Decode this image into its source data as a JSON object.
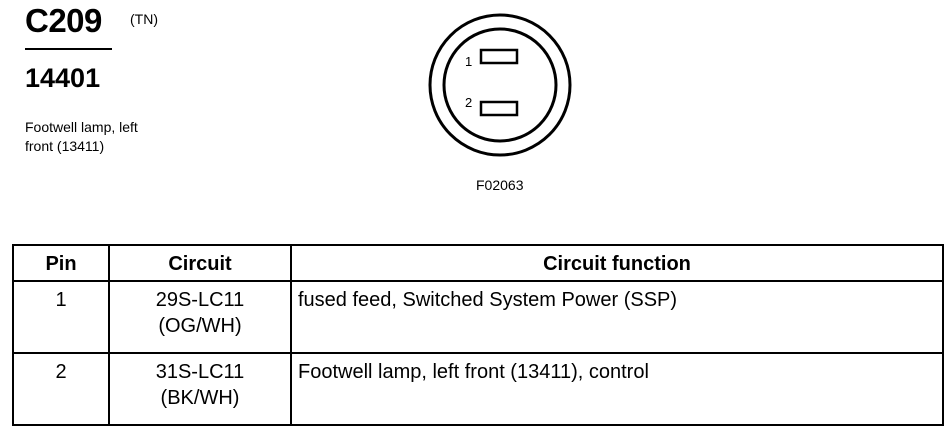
{
  "header": {
    "connector_id": "C209",
    "color_code": "(TN)",
    "part_number": "14401",
    "description_line1": "Footwell lamp, left",
    "description_line2": "front (13411)"
  },
  "diagram": {
    "pin_labels": [
      "1",
      "2"
    ],
    "figure_id": "F02063"
  },
  "table": {
    "headers": {
      "pin": "Pin",
      "circuit": "Circuit",
      "function": "Circuit function"
    },
    "rows": [
      {
        "pin": "1",
        "circuit": "29S-LC11",
        "wire_color": "(OG/WH)",
        "function": "fused feed, Switched System Power (SSP)"
      },
      {
        "pin": "2",
        "circuit": "31S-LC11",
        "wire_color": "(BK/WH)",
        "function": "Footwell lamp, left front (13411), control"
      }
    ]
  }
}
